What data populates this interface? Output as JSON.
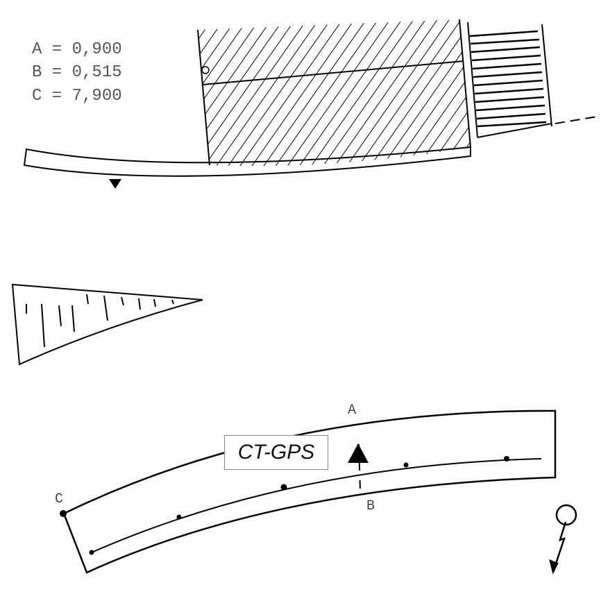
{
  "legend": {
    "a": "A = 0,900",
    "b": "B = 0,515",
    "c": "C = 7,900"
  },
  "plan_labels": {
    "a": "A",
    "b": "B",
    "c": "C"
  },
  "badge": "CT-GPS"
}
